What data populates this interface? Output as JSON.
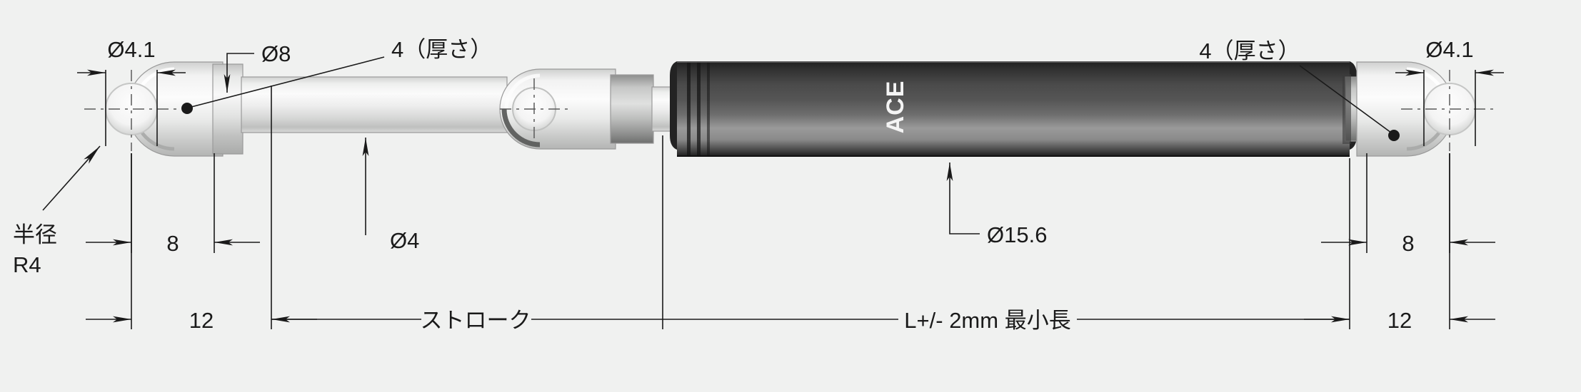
{
  "drawing": {
    "title": "ACE gas spring dimensional drawing",
    "background_color": "#f0f1f0",
    "line_color": "#1a1a1a",
    "body_color": "#2b2b2b",
    "rod_color": "#e3e4e3",
    "brand": "ACE"
  },
  "labels": {
    "bore_left_top": "Ø4.1",
    "collar_dia": "Ø8",
    "thickness_left": "4（厚さ）",
    "thickness_right": "4（厚さ）",
    "bore_right_top": "Ø4.1",
    "radius_line1": "半径",
    "radius_line2": "R4",
    "eyelet_left_len": "8",
    "rod_dia": "Ø4",
    "tube_dia": "Ø15.6",
    "eyelet_right_len": "8",
    "dim_left_12": "12",
    "dim_stroke": "ストローク",
    "dim_length": "L+/- 2mm 最小長",
    "dim_right_12": "12"
  },
  "chart_data": {
    "type": "table",
    "title": "ACE gas spring dimensions",
    "categories": [
      "Ø4.1",
      "Ø8",
      "Ø4",
      "Ø15.6",
      "8",
      "12",
      "4（厚さ）",
      "半径 R4"
    ],
    "values": [
      4.1,
      8,
      4,
      15.6,
      8,
      12,
      4,
      4
    ]
  }
}
